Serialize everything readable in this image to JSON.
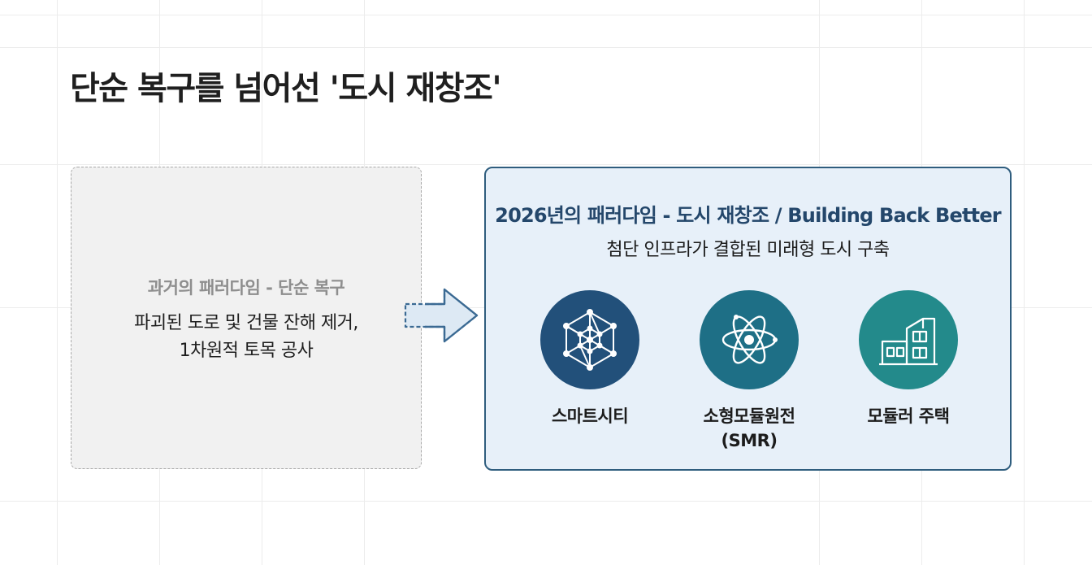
{
  "title": "단순 복구를 넘어선 '도시 재창조'",
  "past": {
    "heading": "과거의 패러다임 - 단순 복구",
    "lines": [
      "파괴된 도로 및 건물 잔해 제거,",
      "1차원적 토목 공사"
    ]
  },
  "future": {
    "heading": "2026년의 패러다임 - 도시 재창조 / Building Back Better",
    "subheading": "첨단 인프라가 결합된 미래형 도시 구축",
    "features": [
      {
        "label": "스마트시티",
        "icon": "network-icon",
        "color": "#22507a"
      },
      {
        "label": "소형모듈원전\n(SMR)",
        "icon": "atom-icon",
        "color": "#1e6f86"
      },
      {
        "label": "모듈러 주택",
        "icon": "modular-house-icon",
        "color": "#238a8b"
      }
    ]
  },
  "colors": {
    "accent_border": "#2f5d7e",
    "accent_fill": "#e7f0f9",
    "heading_blue": "#24476b",
    "past_fill": "#f1f1f1"
  }
}
